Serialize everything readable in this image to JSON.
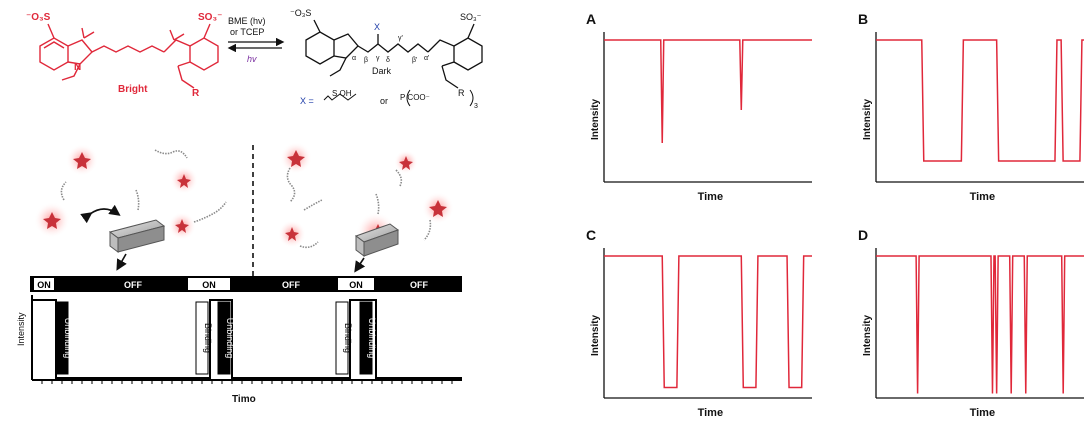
{
  "chemistry": {
    "so3_left": "⁻O₃S",
    "so3_right": "SO₃⁻",
    "bright_label": "Bright",
    "dark_label": "Dark",
    "reagent_line1": "BME (hv)",
    "reagent_line2": "or TCEP",
    "reverse_light": "hv",
    "x_symbol": "X",
    "n_plus": "N",
    "r_group": "R",
    "greek_alpha": "α",
    "greek_beta": "β",
    "greek_gamma": "γ",
    "greek_delta": "δ",
    "greek_alpha_p": "α'",
    "greek_beta_p": "β'",
    "greek_gamma_p": "γ'",
    "x_definition_prefix": "X =",
    "x_thiol_group": "S      OH",
    "x_or": "or",
    "x_phosphine_group": "P      COO⁻",
    "x_subscript": "3"
  },
  "paint_scheme": {
    "bar_labels": [
      "ON",
      "OFF",
      "ON",
      "OFF",
      "ON",
      "OFF"
    ],
    "events": [
      "Unbinding",
      "Binding",
      "Unbinding",
      "Binding",
      "Unbinding"
    ],
    "y_label": "Intensity",
    "x_label": "Timo"
  },
  "panel_a": {
    "letter": "A",
    "y_label": "Intensity",
    "x_label": "Time"
  },
  "panel_b": {
    "letter": "B",
    "y_label": "Intensity",
    "x_label": "Time"
  },
  "panel_c": {
    "letter": "C",
    "y_label": "Intensity",
    "x_label": "Time"
  },
  "panel_d": {
    "letter": "D",
    "y_label": "Intensity",
    "x_label": "Time"
  },
  "colors": {
    "trace": "#e0283a",
    "dye": "#e0283a",
    "ink": "#111111"
  }
}
